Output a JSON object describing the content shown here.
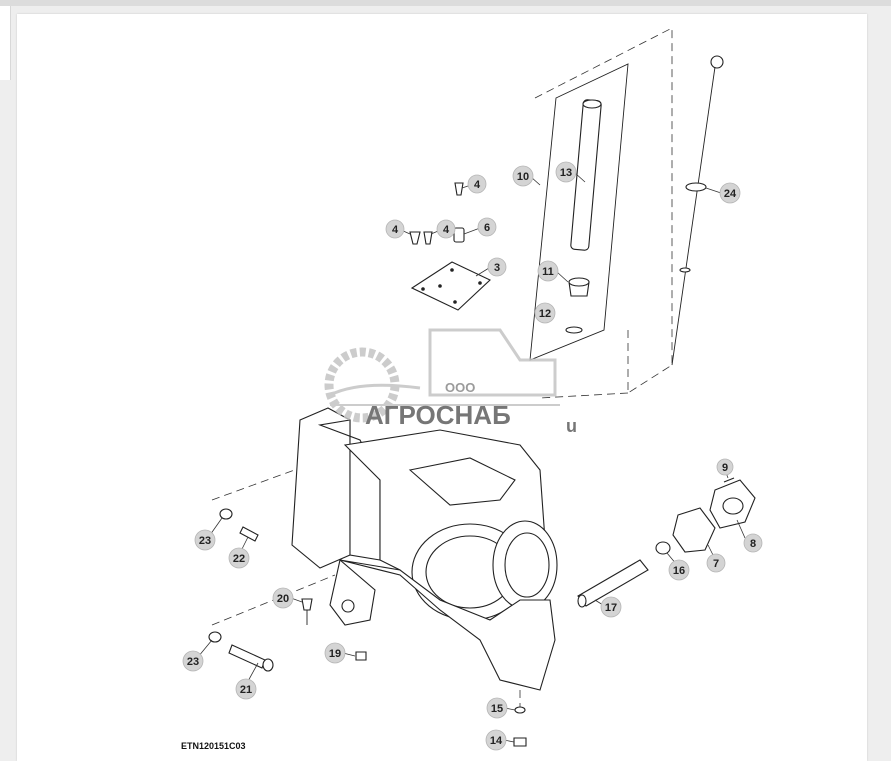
{
  "figure_id": "ETN120151C03",
  "watermark": {
    "org": "ООО",
    "brand": "АГРОСНАБ",
    "suffix": "u"
  },
  "callouts": [
    {
      "label": "4"
    },
    {
      "label": "4"
    },
    {
      "label": "4"
    },
    {
      "label": "6"
    },
    {
      "label": "3"
    },
    {
      "label": "10"
    },
    {
      "label": "13"
    },
    {
      "label": "11"
    },
    {
      "label": "12"
    },
    {
      "label": "24"
    },
    {
      "label": "9"
    },
    {
      "label": "8"
    },
    {
      "label": "7"
    },
    {
      "label": "16"
    },
    {
      "label": "17"
    },
    {
      "label": "23"
    },
    {
      "label": "22"
    },
    {
      "label": "20"
    },
    {
      "label": "19"
    },
    {
      "label": "23"
    },
    {
      "label": "21"
    },
    {
      "label": "15"
    },
    {
      "label": "14"
    }
  ],
  "colors": {
    "watermark": "#c4c4c4",
    "callout_fill": "#d4d4d4",
    "line": "#222222"
  }
}
